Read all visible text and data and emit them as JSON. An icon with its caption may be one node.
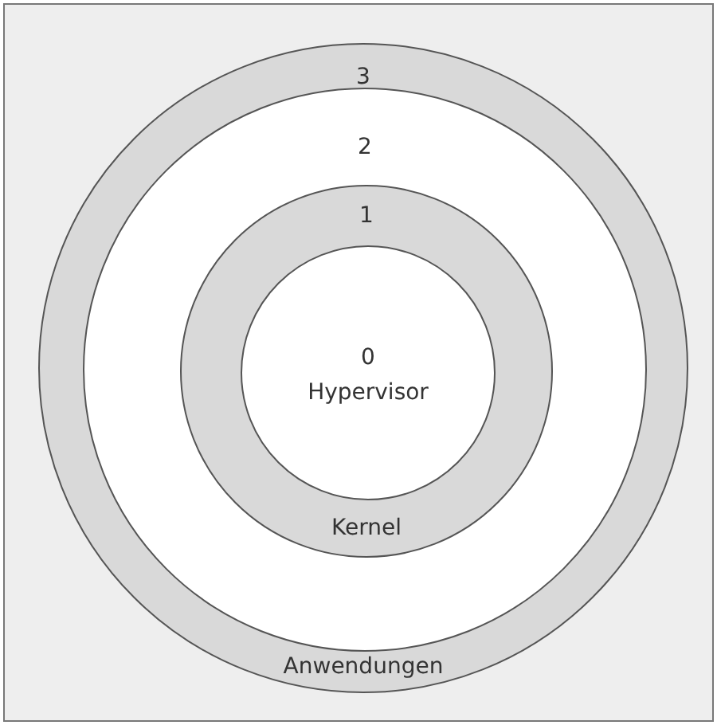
{
  "diagram": {
    "nodes": [
      {
        "text": [
          "3",
          "Anwendungen"
        ]
      },
      {
        "text": [
          "2"
        ],
        "in": 0
      },
      {
        "text": [
          "1",
          "Kernel"
        ],
        "in": 1
      },
      {
        "text": [
          "0",
          "Hypervisor"
        ],
        "in": 2
      }
    ]
  }
}
